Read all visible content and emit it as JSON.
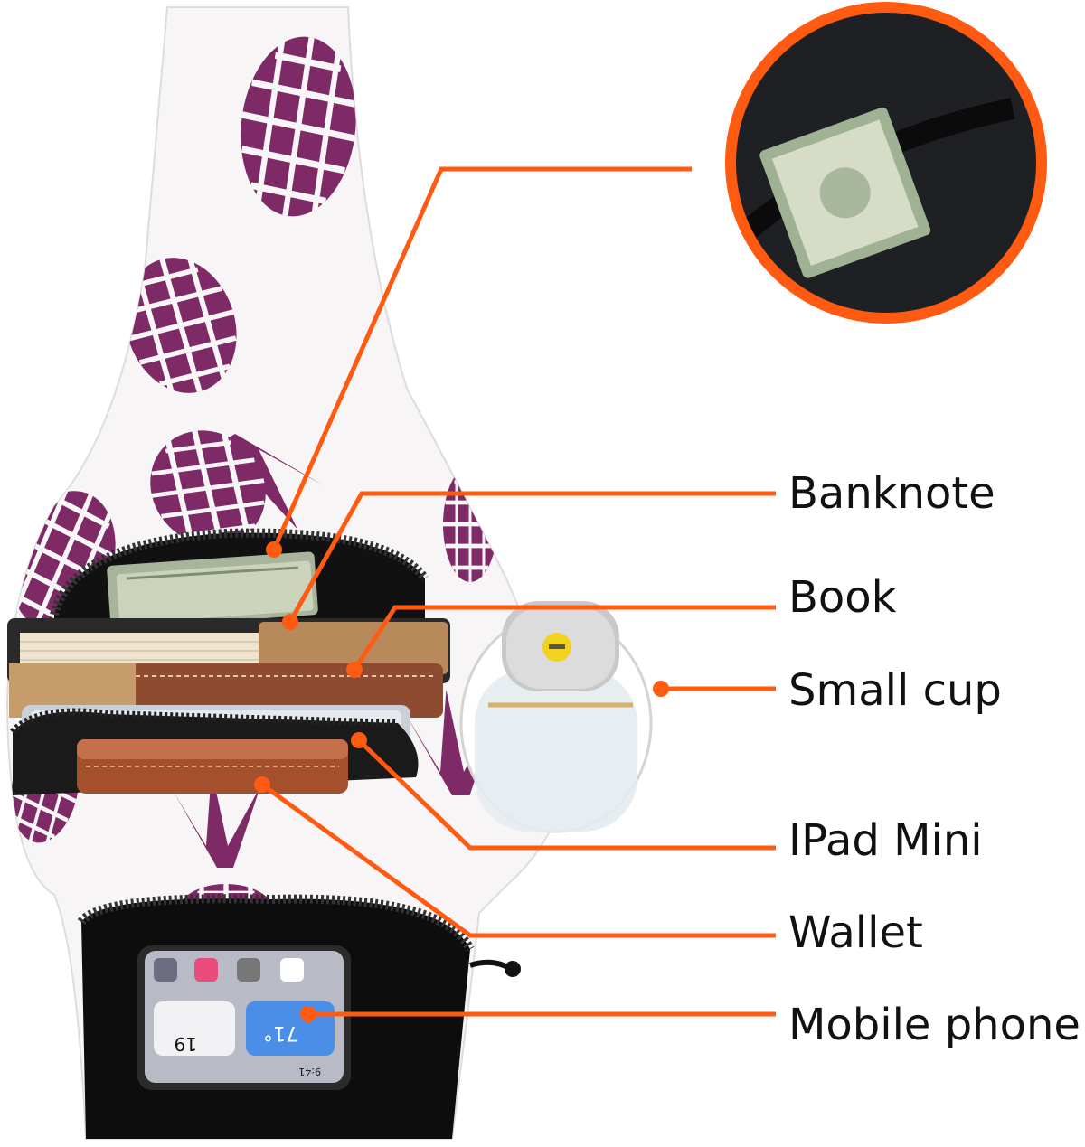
{
  "colors": {
    "callout_orange": "#ff5a12",
    "pineapple_purple": "#7d2a67",
    "bag_white": "#f7f5f5",
    "lining_black": "#111111"
  },
  "labels": {
    "banknote": "Banknote",
    "book": "Book",
    "small_cup": "Small cup",
    "ipad_mini": "IPad Mini",
    "wallet": "Wallet",
    "mobile_phone": "Mobile phone"
  },
  "phone_screen": {
    "day": "19",
    "temp": "71°",
    "time": "9:41"
  }
}
